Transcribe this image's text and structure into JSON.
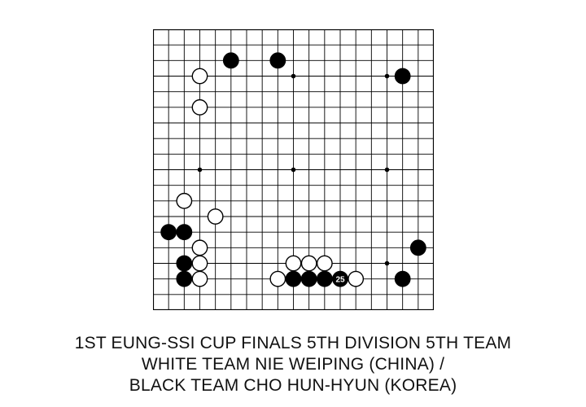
{
  "board": {
    "size": 19,
    "line_color": "#000000",
    "background": "#ffffff",
    "stones": [
      {
        "color": "black",
        "col": 5,
        "row": 2
      },
      {
        "color": "black",
        "col": 8,
        "row": 2
      },
      {
        "color": "black",
        "col": 16,
        "row": 3
      },
      {
        "color": "white",
        "col": 3,
        "row": 3
      },
      {
        "color": "white",
        "col": 3,
        "row": 5
      },
      {
        "color": "white",
        "col": 2,
        "row": 11
      },
      {
        "color": "white",
        "col": 4,
        "row": 12
      },
      {
        "color": "black",
        "col": 1,
        "row": 13
      },
      {
        "color": "black",
        "col": 2,
        "row": 13
      },
      {
        "color": "white",
        "col": 3,
        "row": 14
      },
      {
        "color": "black",
        "col": 17,
        "row": 14
      },
      {
        "color": "black",
        "col": 2,
        "row": 15
      },
      {
        "color": "white",
        "col": 3,
        "row": 15
      },
      {
        "color": "white",
        "col": 9,
        "row": 15
      },
      {
        "color": "white",
        "col": 10,
        "row": 15
      },
      {
        "color": "white",
        "col": 11,
        "row": 15
      },
      {
        "color": "black",
        "col": 2,
        "row": 16
      },
      {
        "color": "white",
        "col": 3,
        "row": 16
      },
      {
        "color": "white",
        "col": 8,
        "row": 16
      },
      {
        "color": "black",
        "col": 9,
        "row": 16
      },
      {
        "color": "black",
        "col": 10,
        "row": 16
      },
      {
        "color": "black",
        "col": 11,
        "row": 16
      },
      {
        "color": "black",
        "col": 12,
        "row": 16,
        "label": "25"
      },
      {
        "color": "white",
        "col": 13,
        "row": 16
      },
      {
        "color": "black",
        "col": 16,
        "row": 16
      }
    ],
    "hoshi": [
      {
        "col": 3,
        "row": 3
      },
      {
        "col": 9,
        "row": 3
      },
      {
        "col": 15,
        "row": 3
      },
      {
        "col": 3,
        "row": 9
      },
      {
        "col": 9,
        "row": 9
      },
      {
        "col": 15,
        "row": 9
      },
      {
        "col": 3,
        "row": 15
      },
      {
        "col": 9,
        "row": 15
      },
      {
        "col": 15,
        "row": 15
      }
    ]
  },
  "caption": {
    "line1": "1ST EUNG-SSI CUP FINALS 5TH DIVISION 5TH TEAM",
    "line2": "WHITE TEAM NIE WEIPING (CHINA) /",
    "line3": "BLACK TEAM CHO HUN-HYUN (KOREA)"
  }
}
